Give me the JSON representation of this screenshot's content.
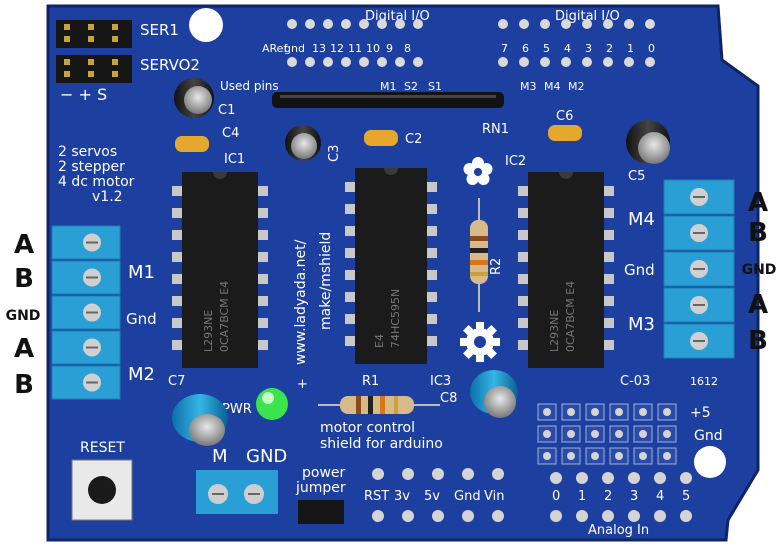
{
  "board": {
    "colors": {
      "pcb": "#1d3fa0",
      "pcb_dark": "#142f80",
      "silk": "#ffffff",
      "terminal": "#2a9fd6",
      "chip": "#1b1b1b",
      "pin": "#c8c8c8",
      "pad": "#d9c46a"
    },
    "headers": {
      "ser1": "SER1",
      "servo2": "SERVO2",
      "digital_io_left": "Digital I/O",
      "digital_io_right": "Digital I/O",
      "pins_left": [
        "ARef",
        "gnd",
        "13",
        "12",
        "11",
        "10",
        "9",
        "8"
      ],
      "pins_right": [
        "7",
        "6",
        "5",
        "4",
        "3",
        "2",
        "1",
        "0"
      ],
      "servo_polarity": "− + S"
    },
    "labels": {
      "used_pins": "Used pins",
      "used_pins_left": [
        "M1",
        "S2",
        "S1"
      ],
      "used_pins_right": [
        "M3",
        "M4",
        "M2"
      ],
      "c1": "C1",
      "c2": "C2",
      "c3": "C3",
      "c4": "C4",
      "c5": "C5",
      "c6": "C6",
      "c7": "C7",
      "c8": "C8",
      "ic1": "IC1",
      "ic2": "IC2",
      "ic3": "IC3",
      "r1": "R1",
      "r2": "R2",
      "rn1": "RN1",
      "pwr": "PWR",
      "plus": "+",
      "reset": "RESET",
      "features": [
        "2 servos",
        "2 stepper",
        "4 dc motor",
        "v1.2"
      ],
      "url": "www.ladyada.net/",
      "url2": "make/mshield",
      "shield_title": "motor control",
      "shield_subtitle": "shield for arduino",
      "ext_gnd": "GND",
      "ext_m": "M",
      "power_jumper_1": "power",
      "power_jumper_2": "jumper",
      "power_pins": [
        "RST",
        "3v",
        "5v",
        "Gnd",
        "Vin"
      ],
      "analog_in": "Analog In",
      "analog_pins": [
        "0",
        "1",
        "2",
        "3",
        "4",
        "5"
      ],
      "plus5": "+5",
      "gnd_right": "Gnd",
      "cert": "C-03",
      "batch": "1612",
      "m1": "M1",
      "m2": "M2",
      "m3": "M3",
      "m4": "M4",
      "gnd_left": "Gnd",
      "gnd_right_term": "Gnd"
    },
    "chips": {
      "ic1_marking": [
        "0CA7BCM E4",
        "L293NE"
      ],
      "ic3_marking": [
        "74HC595N",
        "E4"
      ],
      "ic2_marking": [
        "0CA7BCM E4",
        "L293NE"
      ]
    }
  },
  "annotations": {
    "left": [
      "A",
      "B",
      "GND",
      "A",
      "B"
    ],
    "right": [
      "A",
      "B",
      "GND",
      "A",
      "B"
    ]
  }
}
